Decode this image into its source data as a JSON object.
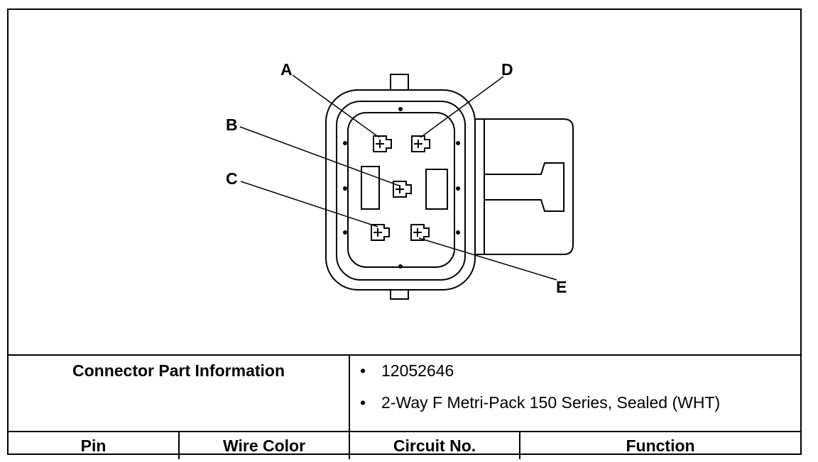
{
  "connector": {
    "pins": [
      {
        "label": "A"
      },
      {
        "label": "B"
      },
      {
        "label": "C"
      },
      {
        "label": "D"
      },
      {
        "label": "E"
      }
    ]
  },
  "part_info": {
    "title": "Connector Part Information",
    "items": [
      "12052646",
      "2-Way F Metri-Pack 150 Series, Sealed (WHT)"
    ],
    "bullet": "•"
  },
  "table_headers": {
    "pin": "Pin",
    "wire_color": "Wire Color",
    "circuit_no": "Circuit No.",
    "function": "Function"
  }
}
